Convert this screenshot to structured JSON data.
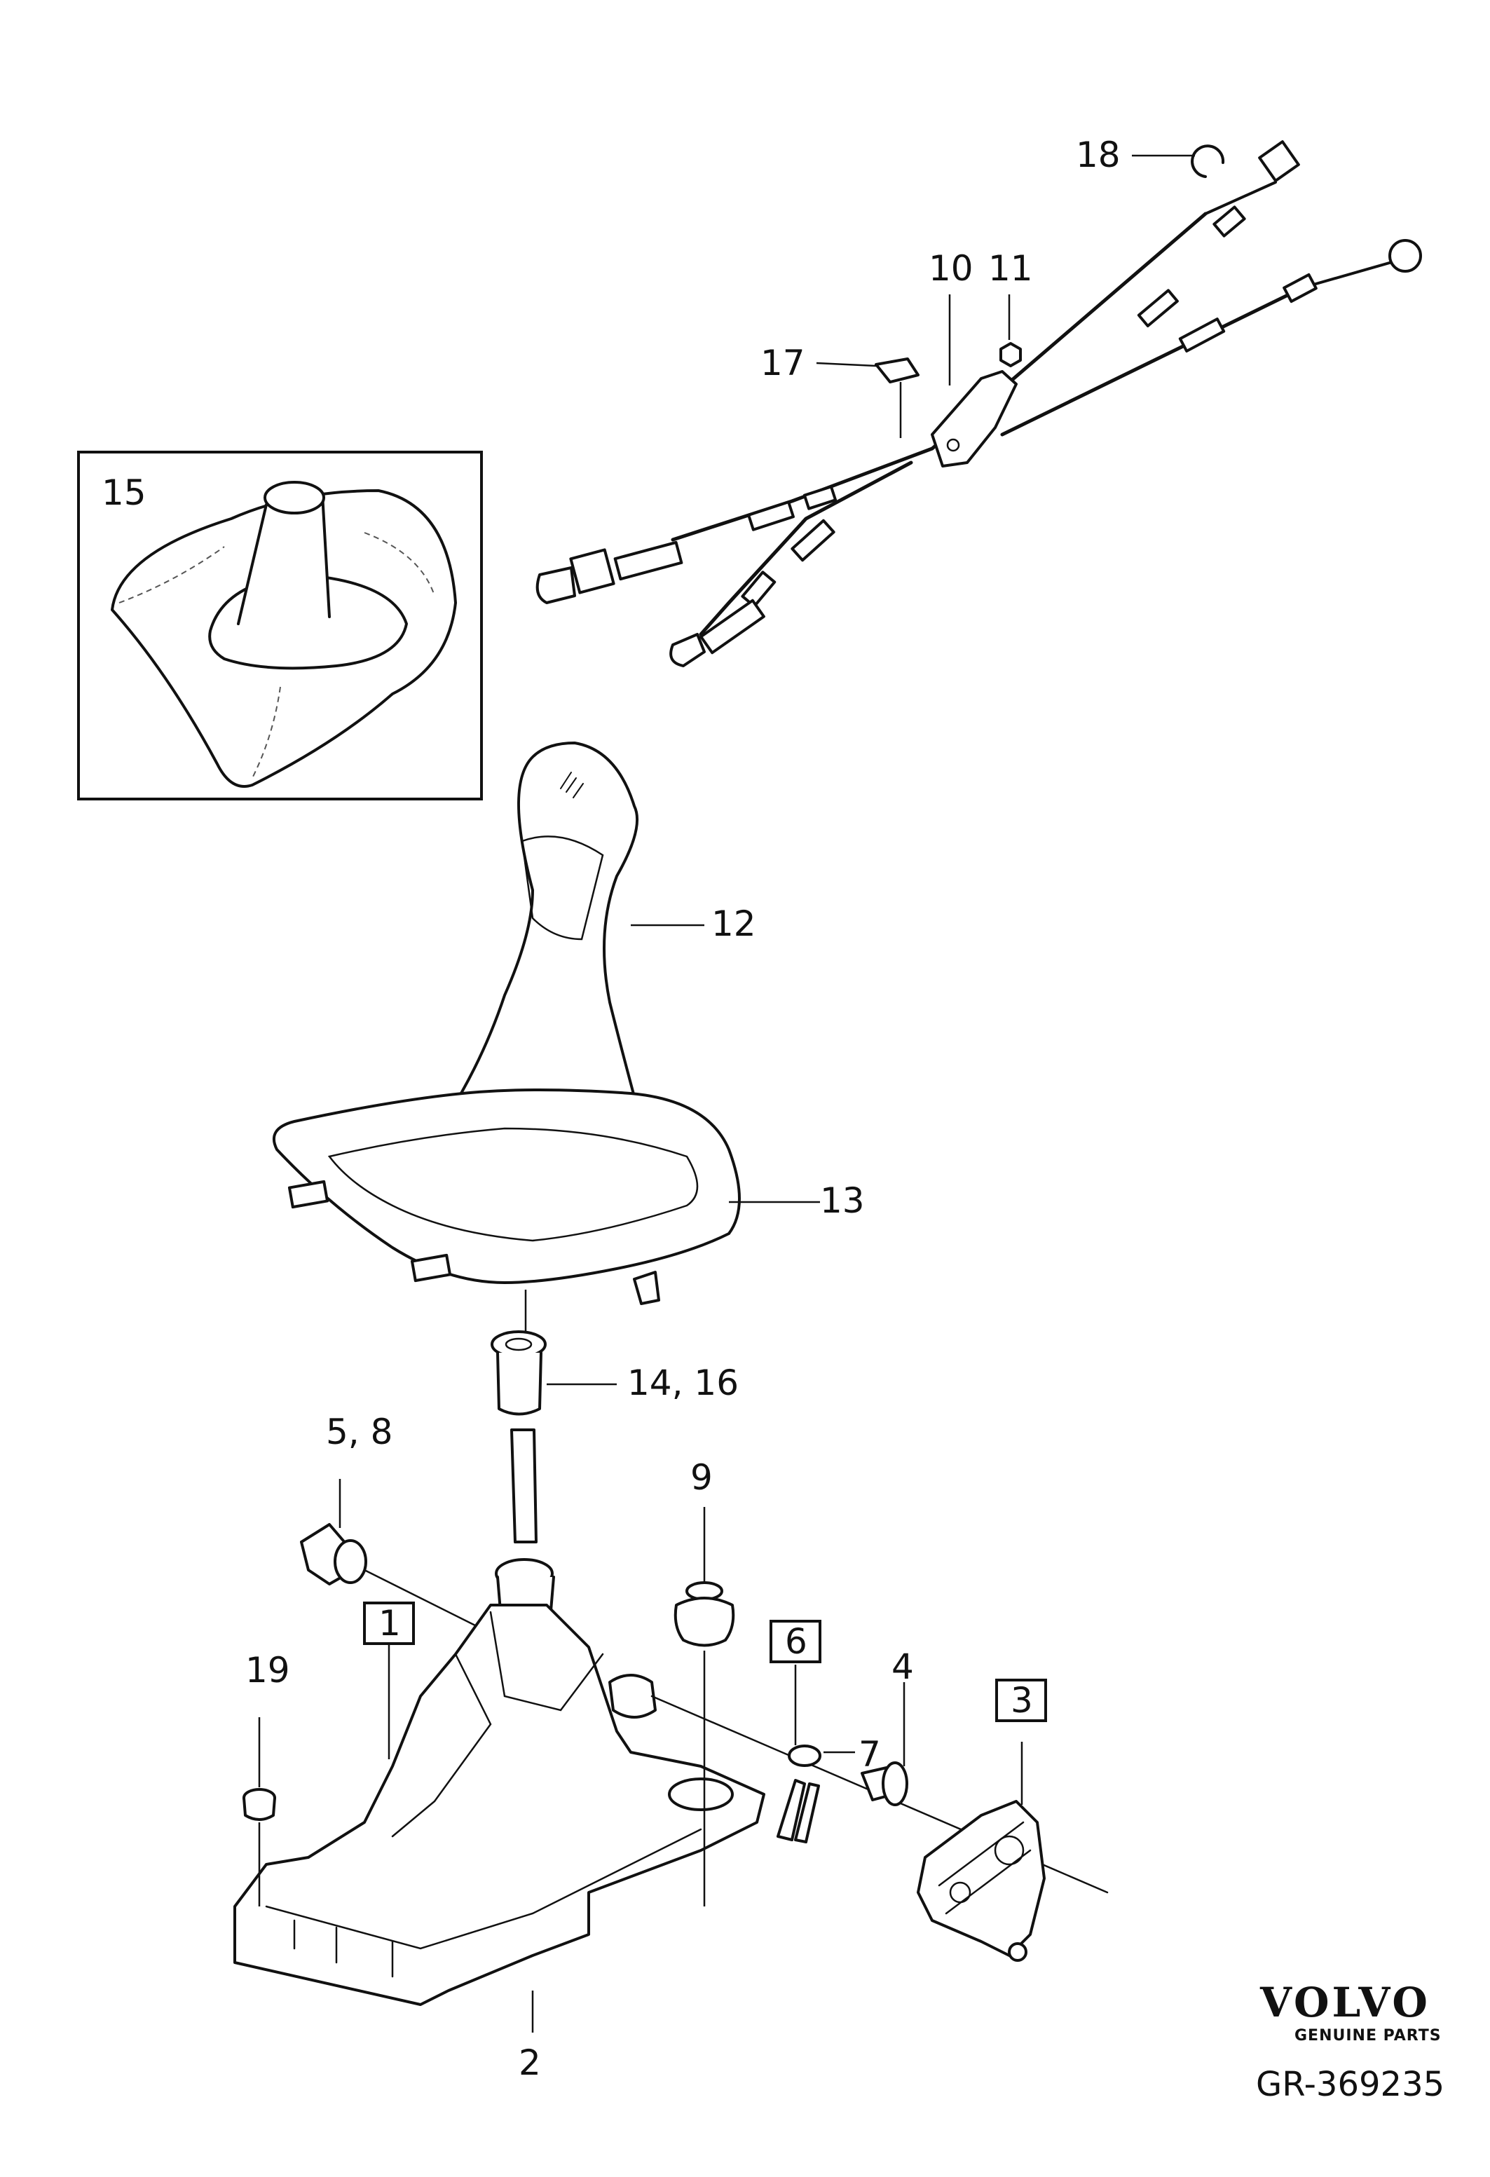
{
  "callouts": {
    "c1": "1",
    "c2": "2",
    "c3": "3",
    "c4": "4",
    "c5_8": "5, 8",
    "c6": "6",
    "c7": "7",
    "c9": "9",
    "c10": "10",
    "c11": "11",
    "c12": "12",
    "c13": "13",
    "c14_16": "14, 16",
    "c15": "15",
    "c17": "17",
    "c18": "18",
    "c19": "19"
  },
  "brand": {
    "name": "VOLVO",
    "tagline": "GENUINE PARTS"
  },
  "reference": "GR-369235"
}
